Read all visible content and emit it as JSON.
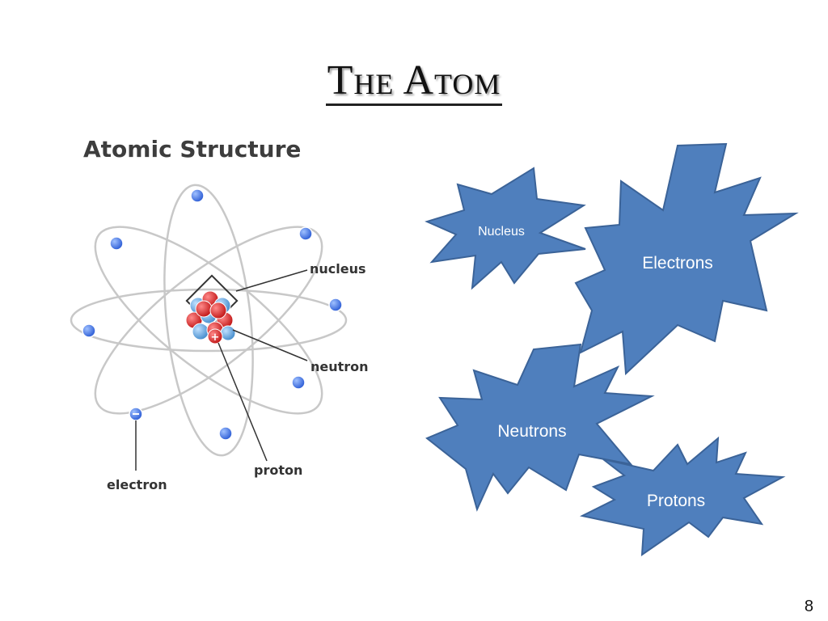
{
  "slide": {
    "title": "The Atom",
    "page_number": "8"
  },
  "diagram": {
    "heading": "Atomic Structure",
    "labels": {
      "nucleus": "nucleus",
      "neutron": "neutron",
      "proton": "proton",
      "electron": "electron"
    },
    "colors": {
      "proton": "#d62828",
      "neutron": "#5aa0d8",
      "electron": "#2f5fd6",
      "orbit": "#c8c8c8"
    }
  },
  "bursts": {
    "nucleus": "Nucleus",
    "electrons": "Electrons",
    "neutrons": "Neutrons",
    "protons": "Protons",
    "fill_color": "#4f7fbd",
    "stroke_color": "#3b6398"
  }
}
